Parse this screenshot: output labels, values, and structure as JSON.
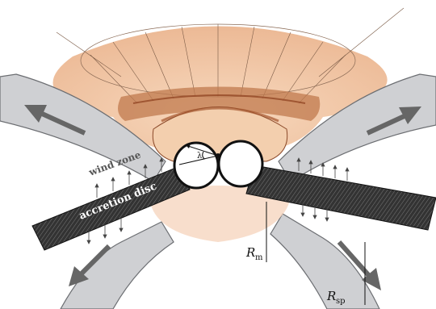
{
  "labels": {
    "wind_zone": "wind zone",
    "accretion_disc": "accretion disc",
    "lambda": "λ",
    "r_m_main": "R",
    "r_m_sub": "m",
    "r_sp_main": "R",
    "r_sp_sub": "sp"
  },
  "colors": {
    "corona_fill": "#f1c7a6",
    "corona_dark": "#a9562f",
    "outflow_fill": "#cfd0d3",
    "outflow_edge": "#6c6e72",
    "disc_fill": "#2f2f30",
    "inner_glow": "#f6d6bf",
    "arrow": "#666666"
  }
}
